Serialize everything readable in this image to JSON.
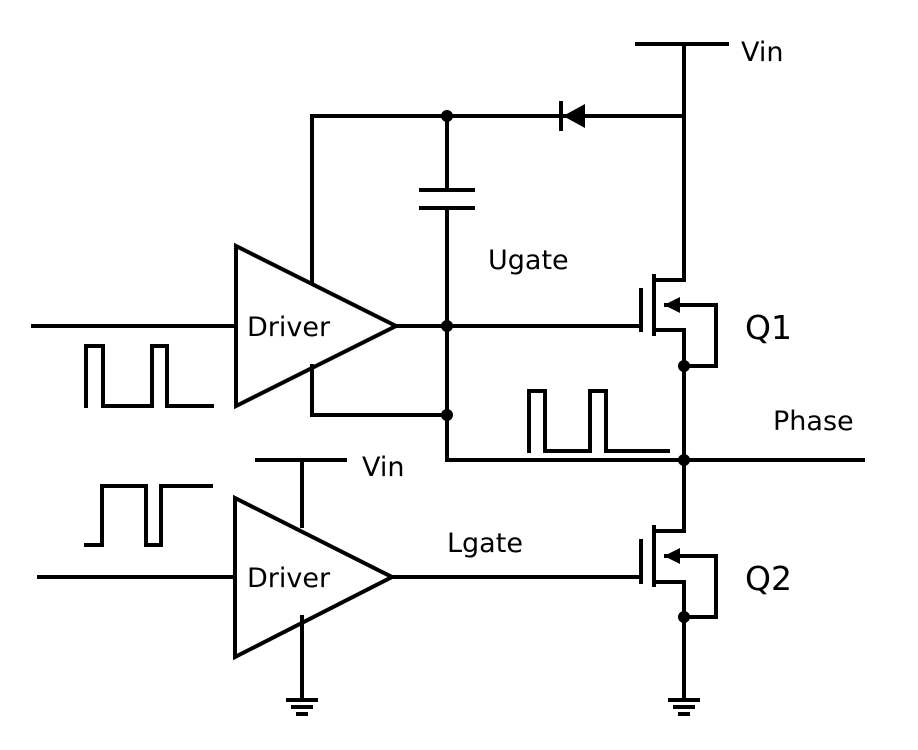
{
  "labels": {
    "vin_top": "Vin",
    "vin_low": "Vin",
    "ugate": "Ugate",
    "lgate": "Lgate",
    "phase": "Phase",
    "q1": "Q1",
    "q2": "Q2",
    "driver_high": "Driver",
    "driver_low": "Driver"
  },
  "colors": {
    "line": "#000000",
    "background": "#ffffff"
  }
}
